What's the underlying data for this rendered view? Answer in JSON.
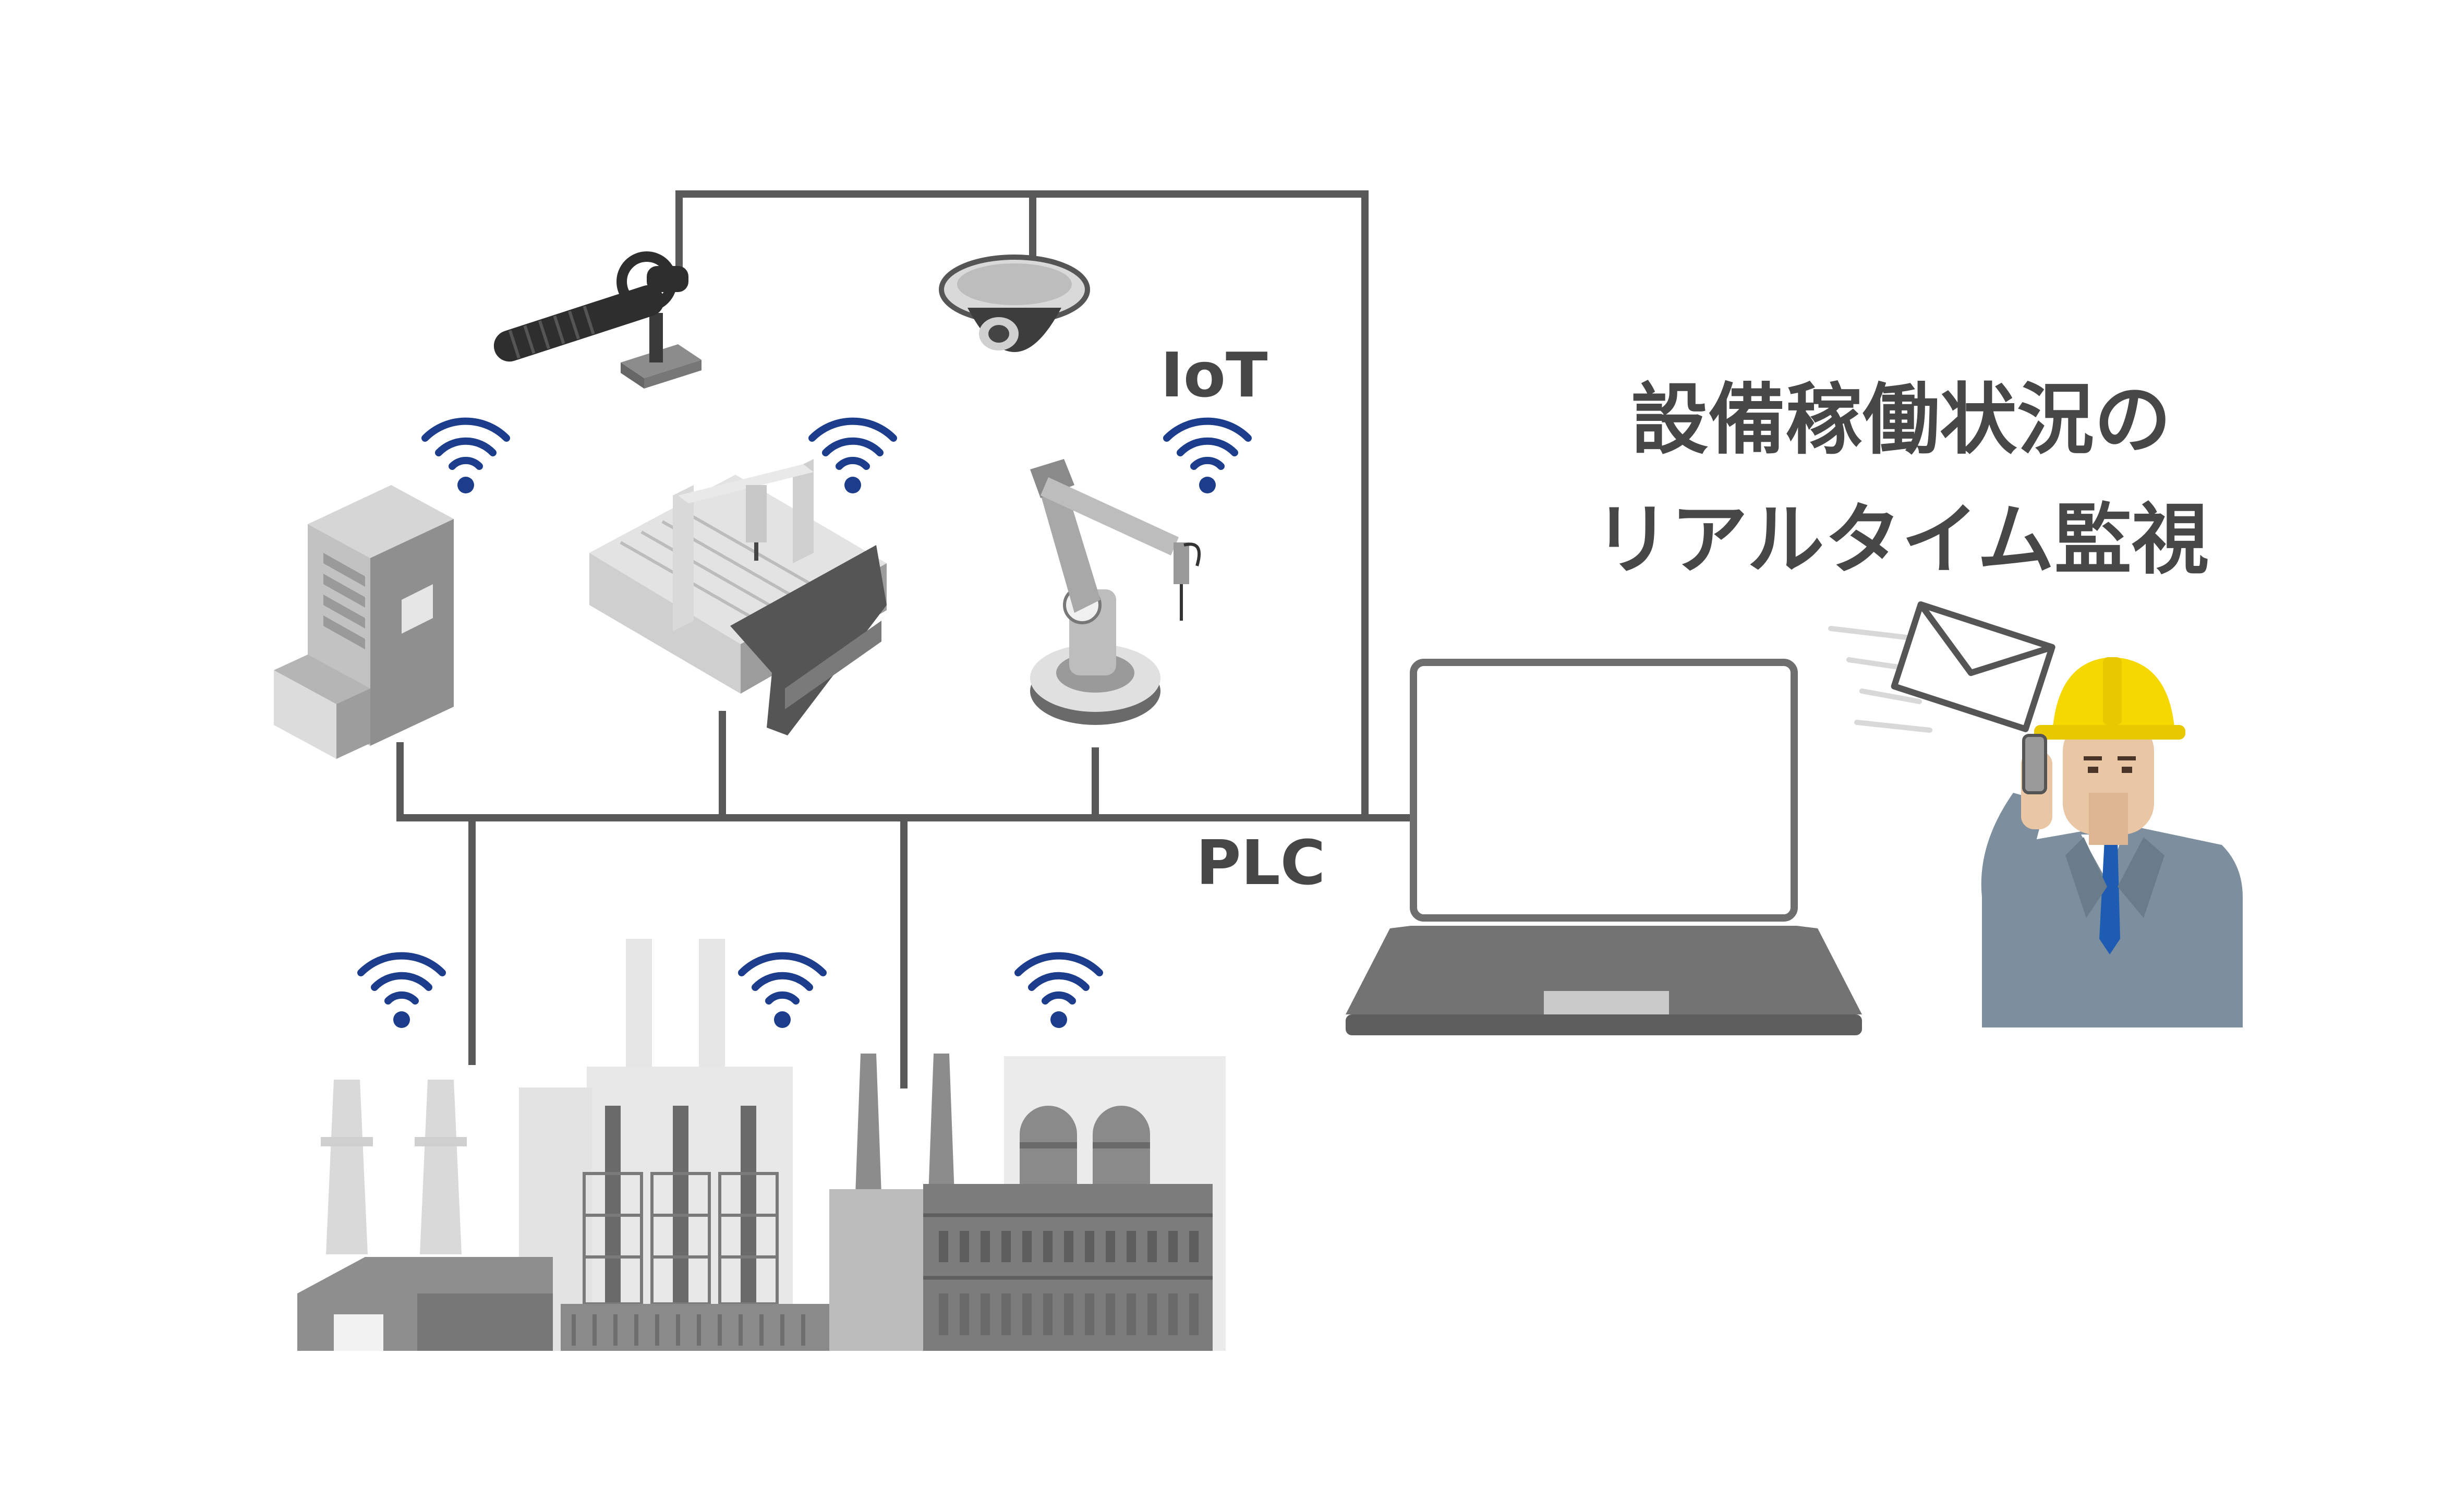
{
  "labels": {
    "iot": "IoT",
    "plc": "PLC"
  },
  "headline": {
    "line1": "設備稼働状況の",
    "line2": "リアルタイム監視"
  },
  "colors": {
    "wire": "#595959",
    "wifi": "#1c3c8c",
    "text": "#474747",
    "helmet": "#f5d800",
    "jacket": "#7d8f9e",
    "tie": "#1e5cb4",
    "laptop": "#6e6e6e"
  },
  "icons": [
    "wifi-icon",
    "envelope-icon",
    "camera-icon",
    "laptop-icon",
    "robot-arm-icon"
  ]
}
